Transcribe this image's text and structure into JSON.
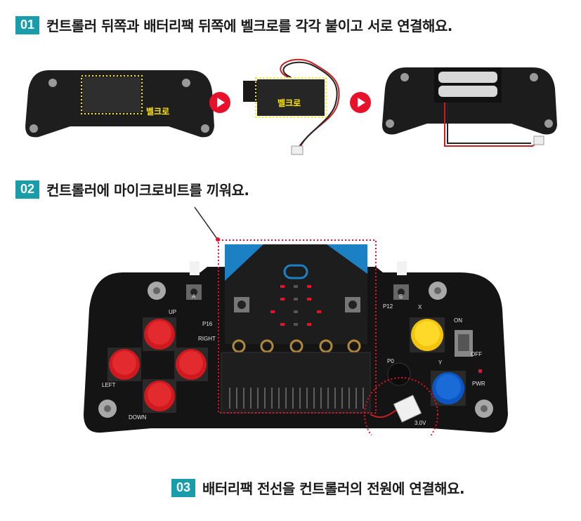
{
  "steps": [
    {
      "number": "01",
      "text": "컨트롤러 뒤쪽과 배터리팩 뒤쪽에 벨크로를 각각 붙이고 서로 연결해요."
    },
    {
      "number": "02",
      "text": "컨트롤러에 마이크로비트를 끼워요."
    },
    {
      "number": "03",
      "text": "배터리팩 전선을 컨트롤러의 전원에 연결해요."
    }
  ],
  "velcro_label": "벨크로",
  "board_labels": {
    "up": "UP",
    "down": "DOWN",
    "left": "LEFT",
    "right": "RIGHT",
    "p16": "P16",
    "p12": "P12",
    "p0": "P0",
    "x": "X",
    "y": "Y",
    "a": "A",
    "b": "B",
    "pwr": "PWR",
    "on": "ON",
    "off": "OFF",
    "voltage": "3.0V"
  },
  "colors": {
    "accent": "#1a9dab",
    "arrow": "#e8102a",
    "highlight": "#ffe600"
  }
}
